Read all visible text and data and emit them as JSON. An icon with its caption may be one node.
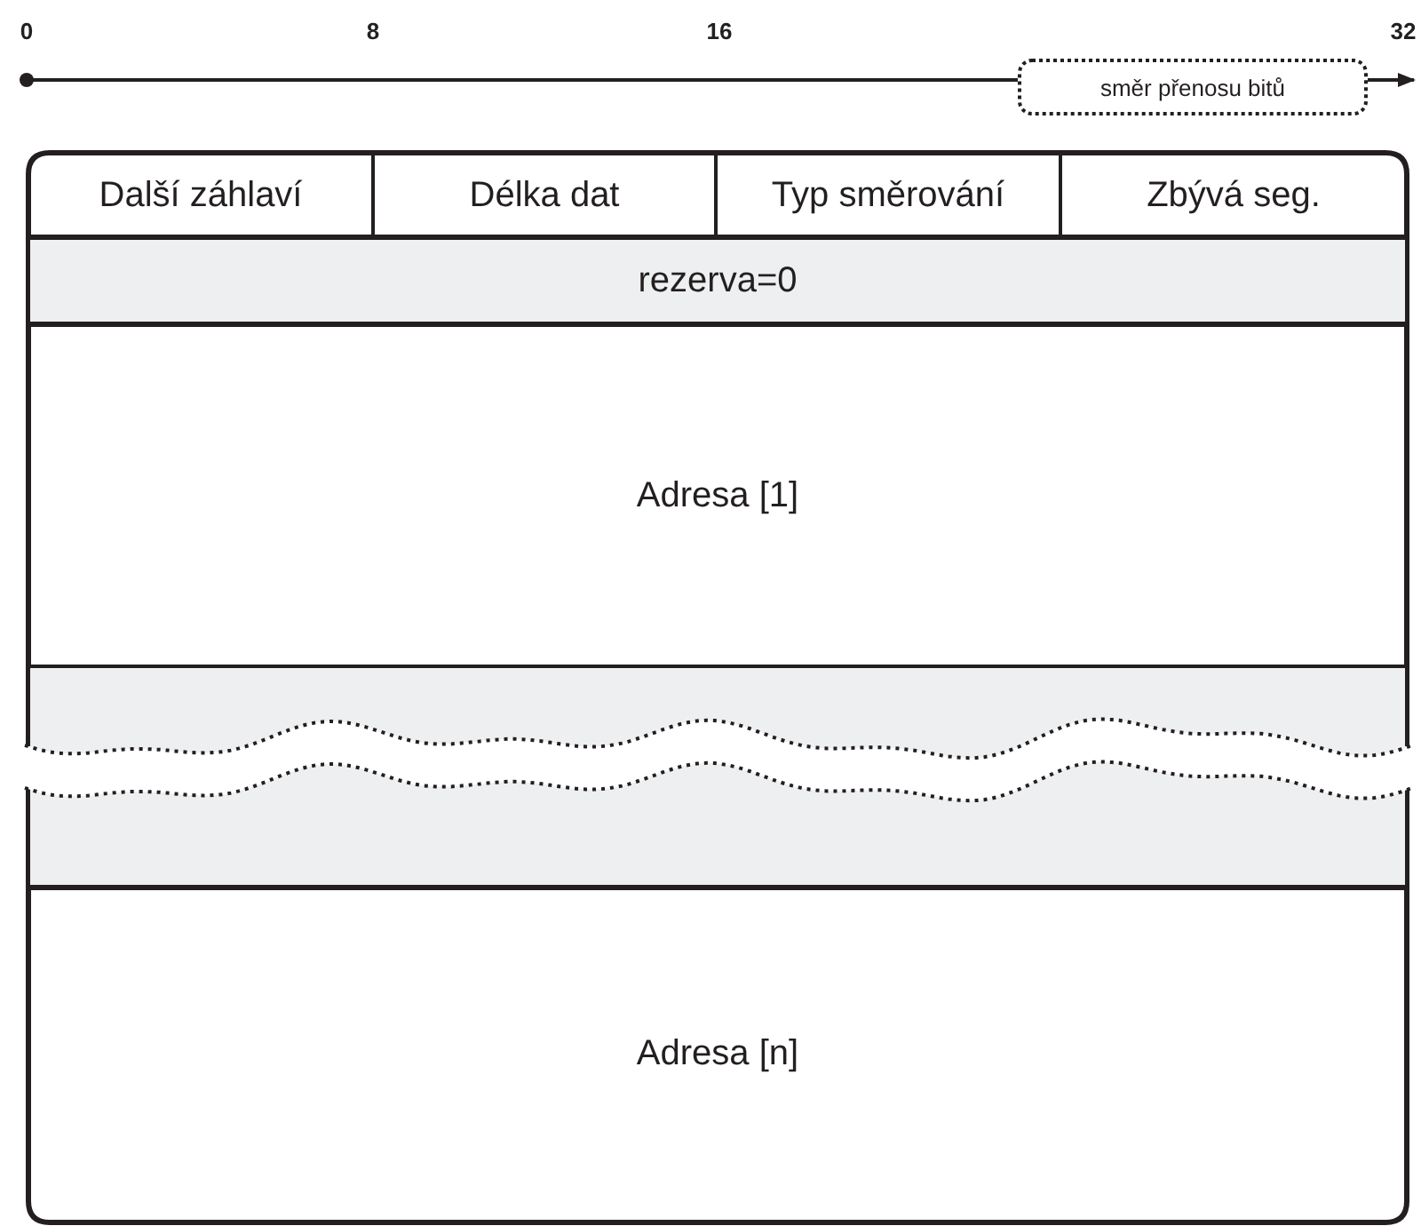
{
  "diagram": {
    "nodes": [
      {
        "text": [
          "Další záhlaví"
        ]
      },
      {
        "text": [
          "Délka dat"
        ]
      },
      {
        "text": [
          "Typ směrování"
        ]
      },
      {
        "text": [
          "Zbývá seg."
        ]
      },
      {
        "text": [
          "rezerva=0"
        ]
      },
      {
        "text": [
          "Adresa [1]"
        ]
      },
      {
        "text": [],
        "shape": "band"
      },
      {
        "text": [
          "Adresa [n]"
        ]
      },
      {
        "text": [
          "směr přenosu bitů"
        ]
      }
    ],
    "edges": [],
    "labels": [
      "0",
      "8",
      "16",
      "32"
    ]
  }
}
